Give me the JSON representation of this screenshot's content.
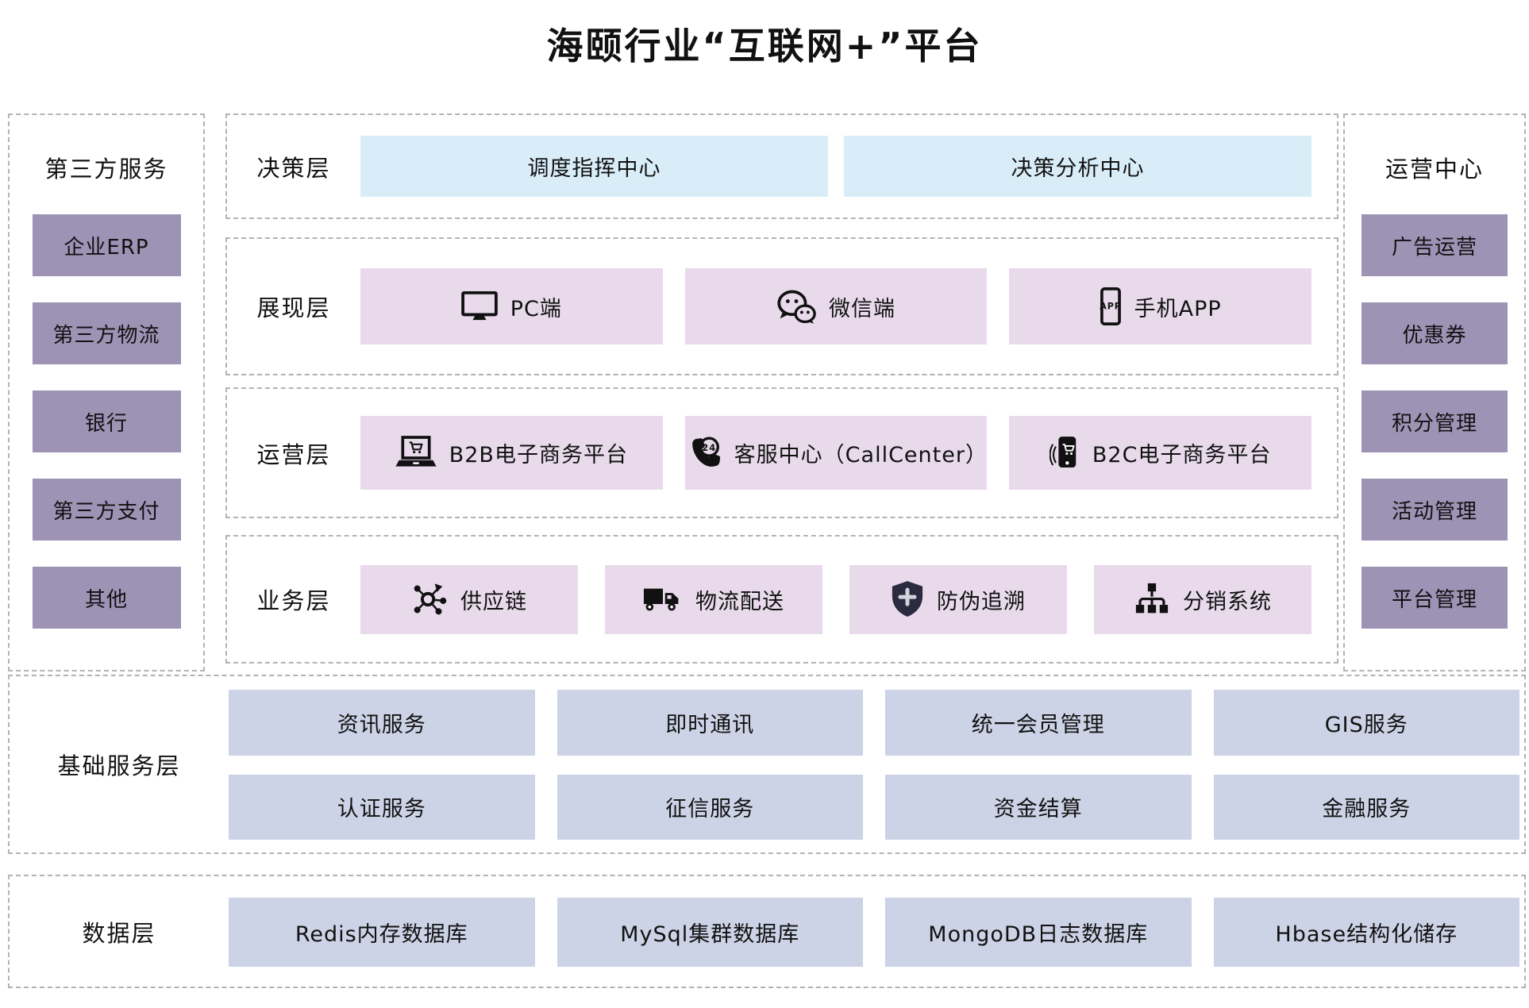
{
  "title": "海颐行业“互联网+”平台",
  "left_panel": {
    "header": "第三方服务",
    "items": [
      "企业ERP",
      "第三方物流",
      "银行",
      "第三方支付",
      "其他"
    ]
  },
  "right_panel": {
    "header": "运营中心",
    "items": [
      "广告运营",
      "优惠券",
      "积分管理",
      "活动管理",
      "平台管理"
    ]
  },
  "layers": {
    "decision": {
      "label": "决策层",
      "items": [
        "调度指挥中心",
        "决策分析中心"
      ]
    },
    "presentation": {
      "label": "展现层",
      "items": [
        {
          "icon": "monitor-icon",
          "label": "PC端"
        },
        {
          "icon": "wechat-icon",
          "label": "微信端"
        },
        {
          "icon": "mobile-app-icon",
          "label": "手机APP"
        }
      ]
    },
    "operation": {
      "label": "运营层",
      "items": [
        {
          "icon": "laptop-cart-icon",
          "label": "B2B电子商务平台"
        },
        {
          "icon": "callcenter-24-icon",
          "label": "客服中心（CallCenter）"
        },
        {
          "icon": "mobile-cart-icon",
          "label": "B2C电子商务平台"
        }
      ]
    },
    "business": {
      "label": "业务层",
      "items": [
        {
          "icon": "supply-chain-icon",
          "label": "供应链"
        },
        {
          "icon": "truck-icon",
          "label": "物流配送"
        },
        {
          "icon": "shield-icon",
          "label": "防伪追溯"
        },
        {
          "icon": "sitemap-icon",
          "label": "分销系统"
        }
      ]
    }
  },
  "foundation": {
    "label": "基础服务层",
    "row1": [
      "资讯服务",
      "即时通讯",
      "统一会员管理",
      "GIS服务"
    ],
    "row2": [
      "认证服务",
      "征信服务",
      "资金结算",
      "金融服务"
    ]
  },
  "data_layer": {
    "label": "数据层",
    "items": [
      "Redis内存数据库",
      "MySql集群数据库",
      "MongoDB日志数据库",
      "Hbase结构化储存"
    ]
  },
  "icon_texts": {
    "app": "APP",
    "hours": "24"
  },
  "colors": {
    "side_box": "#9c93b5",
    "decision_box": "#d9edf8",
    "center_box": "#e8daeb",
    "foundation_box": "#ccd3e6",
    "border": "#b3b3b3",
    "text": "#111111"
  }
}
